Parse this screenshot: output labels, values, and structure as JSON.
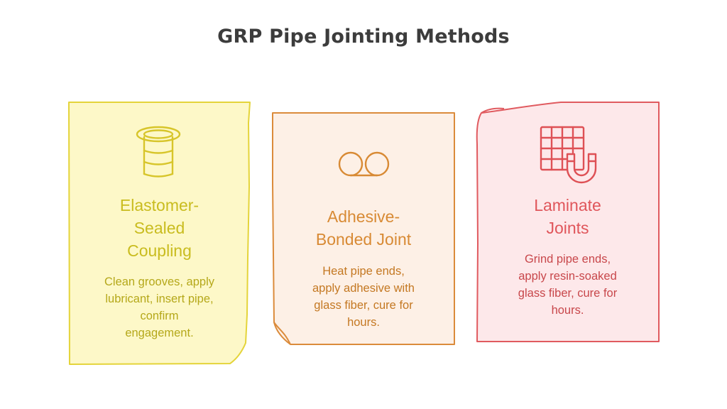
{
  "title": "GRP Pipe Jointing Methods",
  "colors": {
    "yellow_fill": "#fdf8c8",
    "yellow_stroke": "#e4d43a",
    "orange_fill": "#fdf0e6",
    "orange_stroke": "#db8b3b",
    "red_fill": "#fde8ea",
    "red_stroke": "#e05a5f"
  },
  "cards": [
    {
      "icon": "pipe-coupling-icon",
      "heading": "Elastomer-\nSealed\nCoupling",
      "body": "Clean grooves, apply\nlubricant, insert pipe,\nconfirm\nengagement."
    },
    {
      "icon": "link-rings-icon",
      "heading": "Adhesive-\nBonded Joint",
      "body": "Heat pipe ends,\napply adhesive with\nglass fiber, cure for\nhours."
    },
    {
      "icon": "grid-magnet-icon",
      "heading": "Laminate\nJoints",
      "body": "Grind pipe ends,\napply resin-soaked\nglass fiber, cure for\nhours."
    }
  ]
}
